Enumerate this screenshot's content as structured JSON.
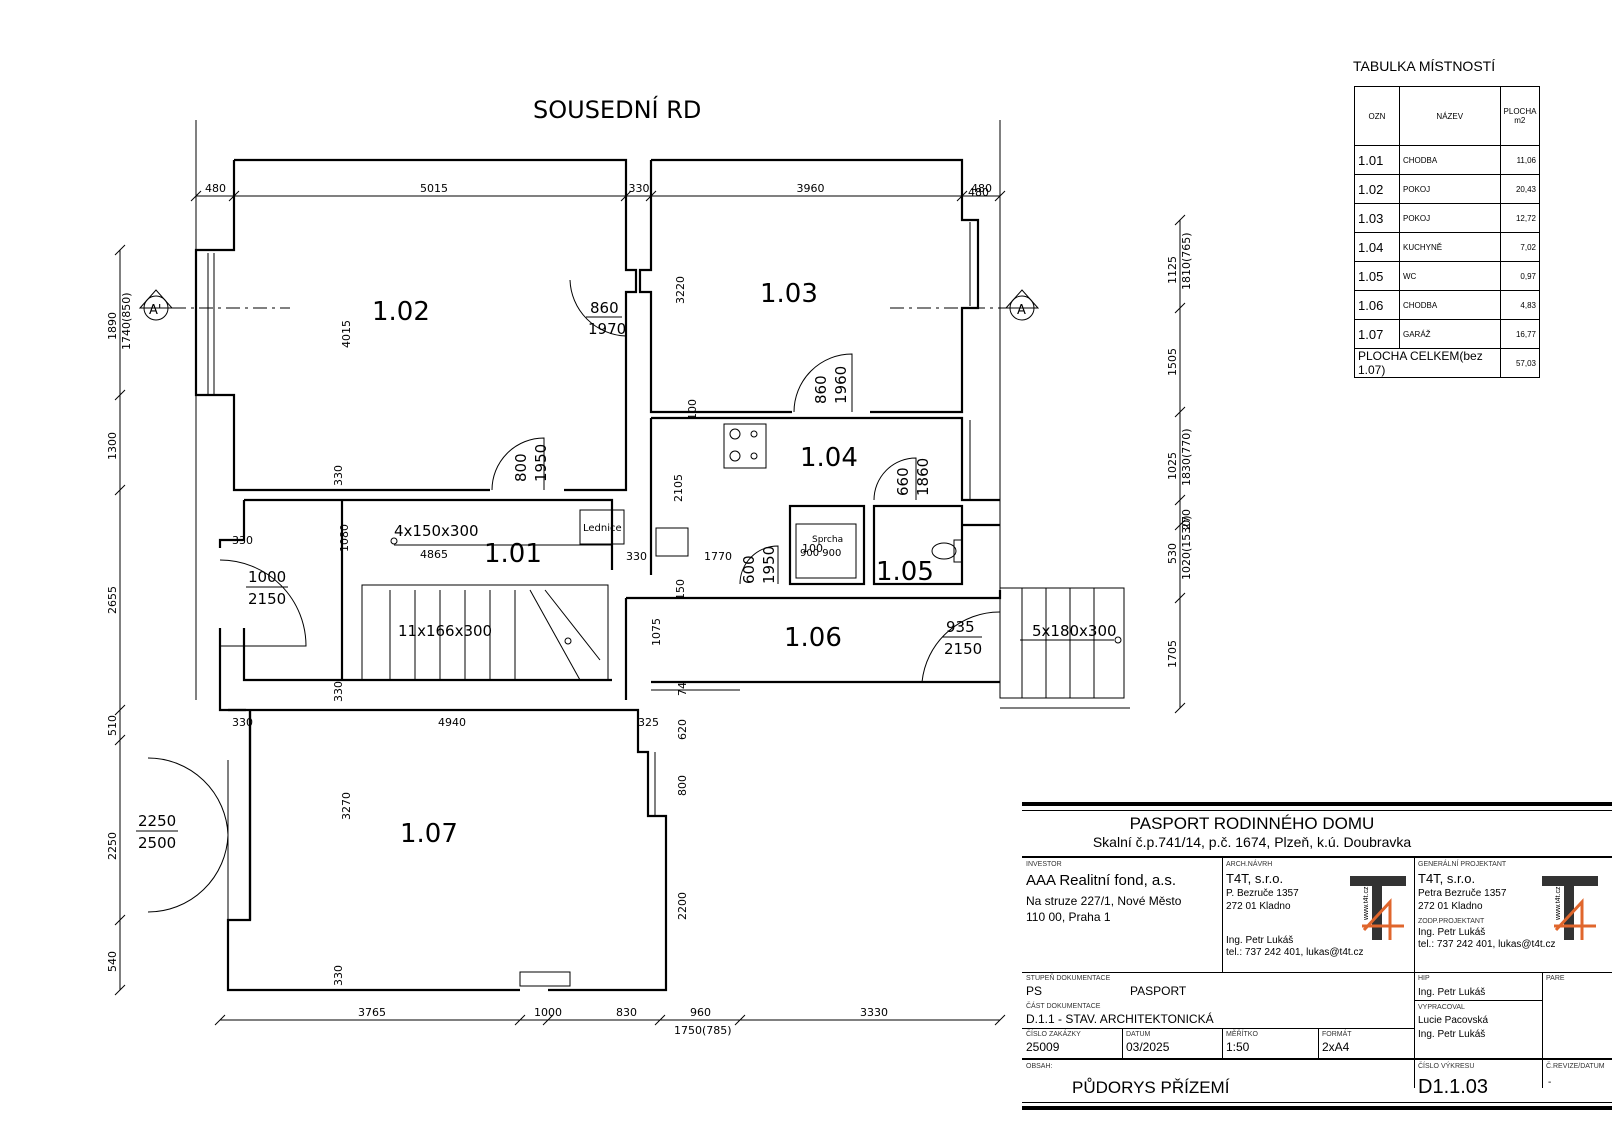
{
  "neighbor_label": "SOUSEDNÍ RD",
  "rooms": [
    {
      "id": "1.01",
      "name": "CHODBA",
      "area": "11,06"
    },
    {
      "id": "1.02",
      "name": "POKOJ",
      "area": "20,43"
    },
    {
      "id": "1.03",
      "name": "POKOJ",
      "area": "12,72"
    },
    {
      "id": "1.04",
      "name": "KUCHYNĚ",
      "area": "7,02"
    },
    {
      "id": "1.05",
      "name": "WC",
      "area": "0,97"
    },
    {
      "id": "1.06",
      "name": "CHODBA",
      "area": "4,83"
    },
    {
      "id": "1.07",
      "name": "GARÁŽ",
      "area": "16,77"
    }
  ],
  "table": {
    "title": "TABULKA MÍSTNOSTÍ",
    "col_ozn": "OZN",
    "col_nazev": "NÁZEV",
    "col_plocha": "PLOCHA m2",
    "total_label": "PLOCHA CELKEM(bez 1.07)",
    "total_value": "57,03"
  },
  "section_marks": {
    "left": "A'",
    "right": "A"
  },
  "doors": [
    {
      "w": "860",
      "h": "1970"
    },
    {
      "w": "860",
      "h": "1960"
    },
    {
      "w": "800",
      "h": "1950"
    },
    {
      "w": "660",
      "h": "1860"
    },
    {
      "w": "600",
      "h": "1950"
    },
    {
      "w": "1000",
      "h": "2150"
    },
    {
      "w": "935",
      "h": "2150"
    },
    {
      "w": "2250",
      "h": "2500"
    }
  ],
  "stairs": {
    "s1": "4x150x300",
    "s2": "11x166x300",
    "s3": "5x180x300"
  },
  "fixtures": {
    "fridge": "Lednice",
    "shower": "Sprcha",
    "shower_dims": "900 900"
  },
  "dims": {
    "top": [
      "480",
      "5015",
      "330",
      "3960",
      "480"
    ],
    "bottom": [
      "3765",
      "1000",
      "830",
      "960",
      "1750(785)",
      "3330"
    ],
    "left": [
      "1890",
      "1740(850)",
      "1300",
      "2655",
      "510",
      "2250",
      "540"
    ],
    "right": [
      "1125",
      "1810(765)",
      "1505",
      "1025",
      "1830(770)",
      "530",
      "1020(1530)",
      "270",
      "1705"
    ],
    "inner": [
      "4015",
      "3220",
      "330",
      "1080",
      "4865",
      "330",
      "1770",
      "2105",
      "100",
      "1075",
      "330",
      "3270",
      "330",
      "4940",
      "325",
      "620",
      "800",
      "2200",
      "330",
      "330",
      "480",
      "100",
      "150",
      "74"
    ]
  },
  "title_block": {
    "title": "PASPORT RODINNÉHO DOMU",
    "subtitle": "Skalní č.p.741/14, p.č. 1674, Plzeň, k.ú. Doubravka",
    "investor_cap": "INVESTOR",
    "investor_name": "AAA Realitní fond, a.s.",
    "investor_addr1": "Na struze 227/1, Nové Město",
    "investor_addr2": "110 00, Praha 1",
    "arch_cap": "ARCH.NÁVRH",
    "arch_name": "T4T, s.r.o.",
    "arch_addr1": "P. Bezruče 1357",
    "arch_addr2": "272 01 Kladno",
    "arch_person": "Ing. Petr Lukáš",
    "arch_contact": "tel.: 737 242 401, lukas@t4t.cz",
    "gp_cap": "GENERÁLNÍ PROJEKTANT",
    "gp_name": "T4T, s.r.o.",
    "gp_addr1": "Petra Bezruče 1357",
    "gp_addr2": "272 01 Kladno",
    "zodp_cap": "ZODP.PROJEKTANT",
    "zodp_person": "Ing. Petr Lukáš",
    "zodp_contact": "tel.: 737 242 401, lukas@t4t.cz",
    "logo_url": "www.t4t.cz",
    "stupen_cap": "STUPEŇ DOKUMENTACE",
    "stupen_code": "PS",
    "stupen_name": "PASPORT",
    "hip_cap": "HIP",
    "hip_person": "Ing. Petr Lukáš",
    "pare_cap": "PARE",
    "cast_cap": "ČÁST DOKUMENTACE",
    "cast_value": "D.1.1 - STAV. ARCHITEKTONICKÁ",
    "vypracoval_cap": "VYPRACOVAL",
    "vypracoval_1": "Lucie Pacovská",
    "vypracoval_2": "Ing. Petr Lukáš",
    "zakazka_cap": "ČÍSLO ZAKÁZKY",
    "zakazka": "25009",
    "datum_cap": "DATUM",
    "datum": "03/2025",
    "meritko_cap": "MĚŘÍTKO",
    "meritko": "1:50",
    "format_cap": "FORMÁT",
    "format": "2xA4",
    "obsah_cap": "OBSAH:",
    "obsah": "PŮDORYS PŘÍZEMÍ",
    "vykres_cap": "ČÍSLO VÝKRESU",
    "vykres": "D1.1.03",
    "revize_cap": "Č.REVIZE/DATUM",
    "revize": "-"
  }
}
